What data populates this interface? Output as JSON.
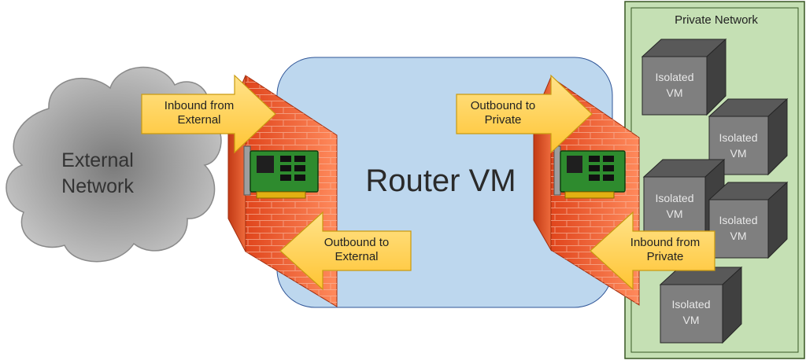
{
  "diagram": {
    "external_network": {
      "line1": "External",
      "line2": "Network"
    },
    "router": {
      "label": "Router VM"
    },
    "private_network": {
      "title": "Private Network"
    },
    "arrows": {
      "inbound_external": {
        "line1": "Inbound from",
        "line2": "External"
      },
      "outbound_external": {
        "line1": "Outbound to",
        "line2": "External"
      },
      "outbound_private": {
        "line1": "Outbound to",
        "line2": "Private"
      },
      "inbound_private": {
        "line1": "Inbound from",
        "line2": "Private"
      }
    },
    "vms": [
      {
        "line1": "Isolated",
        "line2": "VM"
      },
      {
        "line1": "Isolated",
        "line2": "VM"
      },
      {
        "line1": "Isolated",
        "line2": "VM"
      },
      {
        "line1": "Isolated",
        "line2": "VM"
      },
      {
        "line1": "Isolated",
        "line2": "VM"
      }
    ],
    "colors": {
      "cloud": "#a6a6a6",
      "router": "#bdd7ee",
      "private_net": "#c5e0b4",
      "arrow": "#ffc000",
      "firewall": "#e85c2c",
      "vm": "#7f7f7f",
      "nic": "#2e8b2e"
    }
  }
}
